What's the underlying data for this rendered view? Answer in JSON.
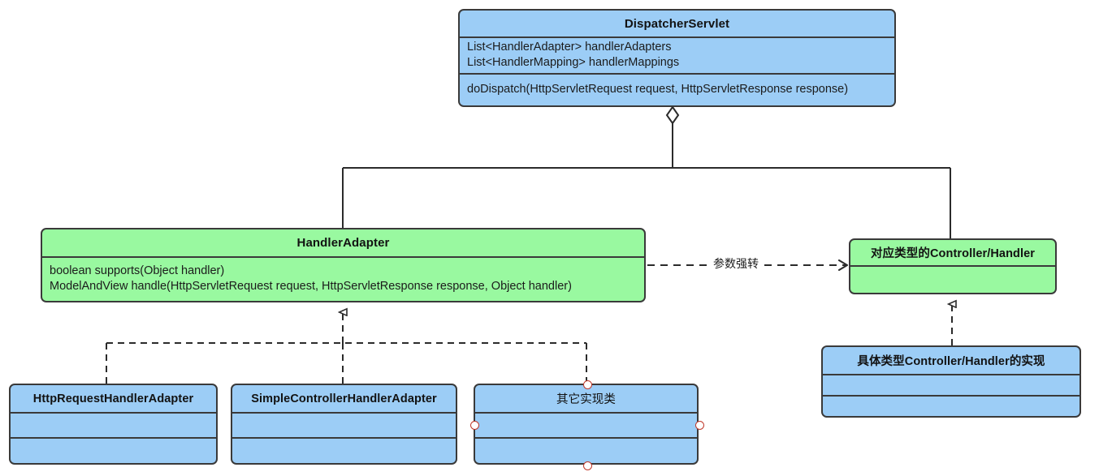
{
  "diagram": {
    "title": "Spring MVC HandlerAdapter UML class diagram",
    "colors": {
      "blue_fill": "#9ccdf6",
      "green_fill": "#99f9a0",
      "stroke": "#3a3a3a",
      "selection_handle": "#c0392b",
      "background": "#ffffff"
    }
  },
  "classes": {
    "dispatcher_servlet": {
      "name": "DispatcherServlet",
      "fields": [
        "List<HandlerAdapter> handlerAdapters",
        "List<HandlerMapping> handlerMappings"
      ],
      "methods": [
        "doDispatch(HttpServletRequest request, HttpServletResponse response)"
      ]
    },
    "handler_adapter": {
      "name": "HandlerAdapter",
      "methods": [
        "boolean supports(Object handler)",
        "ModelAndView handle(HttpServletRequest request, HttpServletResponse response, Object handler)"
      ]
    },
    "controller_handler": {
      "name": "对应类型的Controller/Handler",
      "fields": [],
      "methods": []
    },
    "controller_handler_impl": {
      "name": "具体类型Controller/Handler的实现",
      "fields": [],
      "methods": []
    },
    "http_request_handler_adapter": {
      "name": "HttpRequestHandlerAdapter",
      "fields": [],
      "methods": []
    },
    "simple_controller_handler_adapter": {
      "name": "SimpleControllerHandlerAdapter",
      "fields": [],
      "methods": []
    },
    "other_impl": {
      "name": "其它实现类",
      "fields": [],
      "methods": [],
      "selected": true
    }
  },
  "edges": {
    "aggregation_label": "",
    "cast_label": "参数强转"
  }
}
